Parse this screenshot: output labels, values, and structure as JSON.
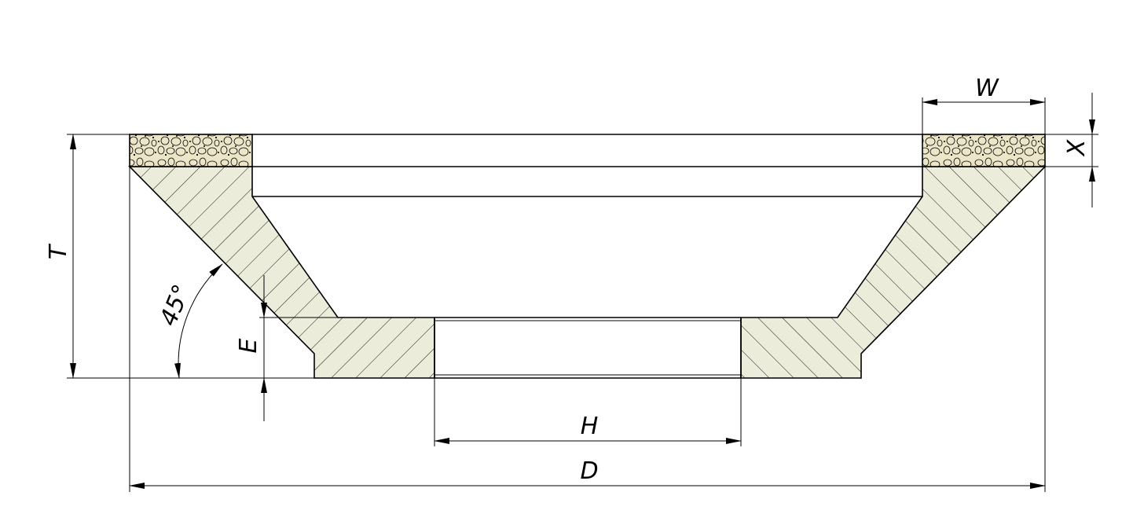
{
  "labels": {
    "W": "W",
    "X": "X",
    "T": "T",
    "angle": "45°",
    "E": "E",
    "H": "H",
    "D": "D"
  },
  "colors": {
    "body": "#ececdb",
    "abrasive": "#ece6c9",
    "line": "#000000",
    "background": "#ffffff"
  }
}
